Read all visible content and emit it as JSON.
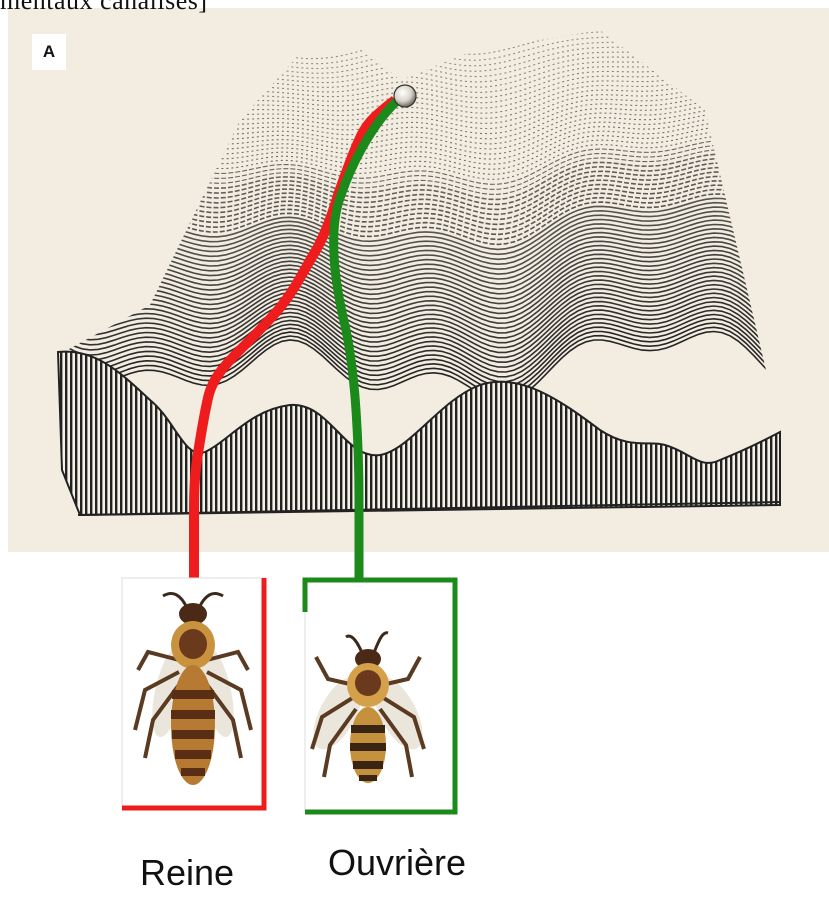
{
  "caption_fragment": "mentaux canalisés]",
  "panel_label": "A",
  "labels": {
    "queen": "Reine",
    "worker": "Ouvrière"
  },
  "colors": {
    "queen_path": "#ee1c1c",
    "worker_path": "#1b8a1b",
    "background": "#f3ede1",
    "ink": "#1a1a1a"
  },
  "icons": {
    "ball": "ball-icon",
    "queen_bee": "queen-bee-icon",
    "worker_bee": "worker-bee-icon"
  }
}
